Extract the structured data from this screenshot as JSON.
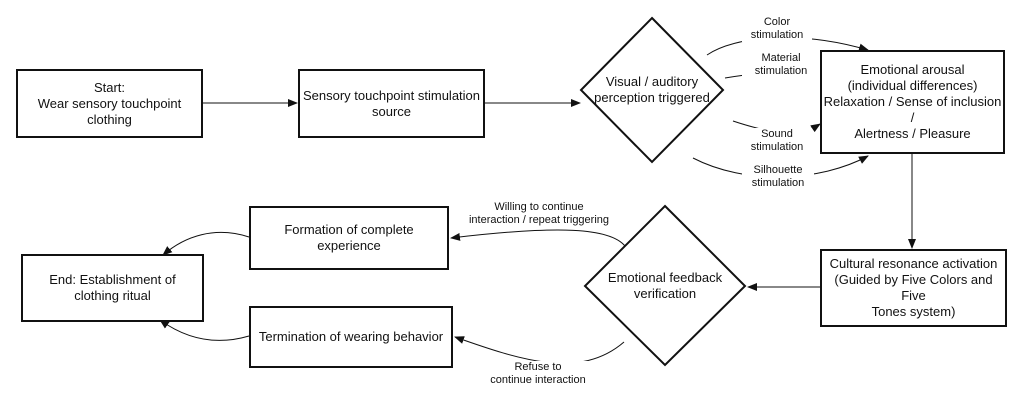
{
  "nodes": {
    "start": {
      "line1": "Start:",
      "line2": "Wear sensory touchpoint clothing"
    },
    "source": {
      "line1": "Sensory touchpoint stimulation",
      "line2": "source"
    },
    "perception": {
      "line1": "Visual / auditory",
      "line2": "perception triggered"
    },
    "arousal": {
      "line1": "Emotional arousal",
      "line2": "(individual differences)",
      "line3": "Relaxation / Sense of inclusion /",
      "line4": "Alertness / Pleasure"
    },
    "cultural": {
      "line1": "Cultural resonance activation",
      "line2": "(Guided by Five Colors and Five",
      "line3": "Tones system)"
    },
    "feedback": {
      "line1": "Emotional feedback",
      "line2": "verification"
    },
    "formation": {
      "line1": "Formation of complete experience"
    },
    "termination": {
      "line1": "Termination of wearing behavior"
    },
    "end": {
      "line1": "End: Establishment of",
      "line2": "clothing ritual"
    }
  },
  "edge_labels": {
    "color": {
      "line1": "Color",
      "line2": "stimulation"
    },
    "material": {
      "line1": "Material",
      "line2": "stimulation"
    },
    "sound": {
      "line1": "Sound",
      "line2": "stimulation"
    },
    "silhouette": {
      "line1": "Silhouette",
      "line2": "stimulation"
    },
    "willing": {
      "line1": "Willing to continue",
      "line2": "interaction / repeat triggering"
    },
    "refuse": {
      "line1": "Refuse to",
      "line2": "continue interaction"
    }
  },
  "colors": {
    "stroke": "#111111",
    "fill": "#ffffff"
  }
}
